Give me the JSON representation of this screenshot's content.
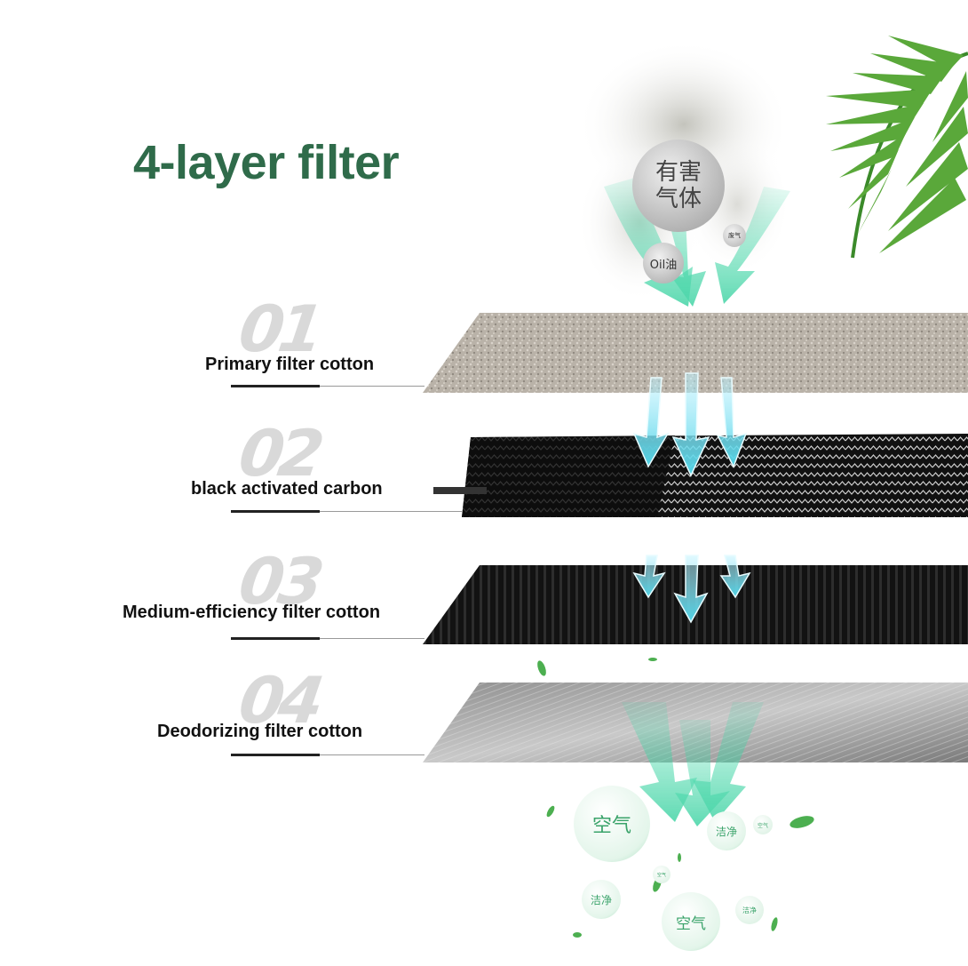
{
  "title": "4-layer filter",
  "layers": [
    {
      "number": "01",
      "label": "Primary filter cotton"
    },
    {
      "number": "02",
      "label": "black activated carbon"
    },
    {
      "number": "03",
      "label": "Medium-efficiency filter cotton"
    },
    {
      "number": "04",
      "label": "Deodorizing filter cotton"
    }
  ],
  "top_bubbles": {
    "harmful_gas": "有害\n气体",
    "oil": "Oil油",
    "waste_gas": "废气"
  },
  "bottom_bubbles": {
    "air_large": "空气",
    "clean_1": "洁净",
    "small_1": "空气",
    "clean_2": "洁净",
    "air_2": "空气",
    "small_2": "空气",
    "small_3": "洁净"
  },
  "colors": {
    "title": "#2f6b4a",
    "arrow": "#3fd8a8",
    "leaf": "#4caf50"
  }
}
